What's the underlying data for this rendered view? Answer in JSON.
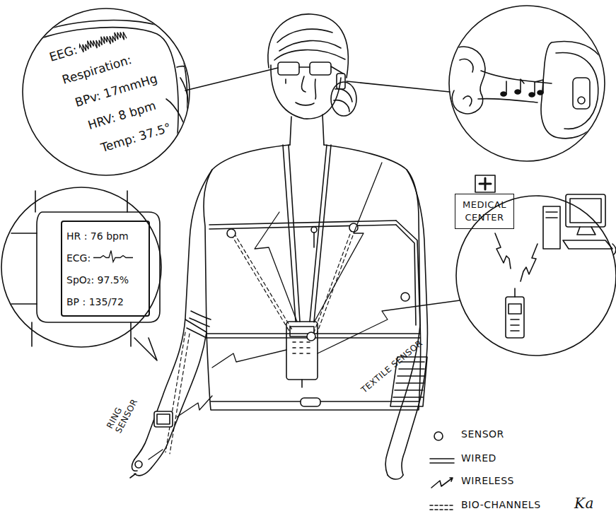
{
  "diagram": {
    "nodes": [
      {
        "text": [
          "EEG:",
          "Respiration:",
          "BPv: 17mmHg",
          "HRV: 8 bpm",
          "Temp: 37.5°"
        ]
      },
      {
        "text": [
          "HR : 76 bpm",
          "ECG:",
          "SpO₂: 97.5%",
          "BP : 135/72"
        ]
      },
      {
        "text": [
          "MEDICAL CENTER"
        ]
      }
    ],
    "labels": [
      "RING SENSOR",
      "TEXTILE SENSOR",
      "Ka"
    ],
    "legend": [
      {
        "text": "SENSOR"
      },
      {
        "text": "WIRED"
      },
      {
        "text": "WIRELESS"
      },
      {
        "text": "BIO-CHANNELS"
      }
    ]
  }
}
